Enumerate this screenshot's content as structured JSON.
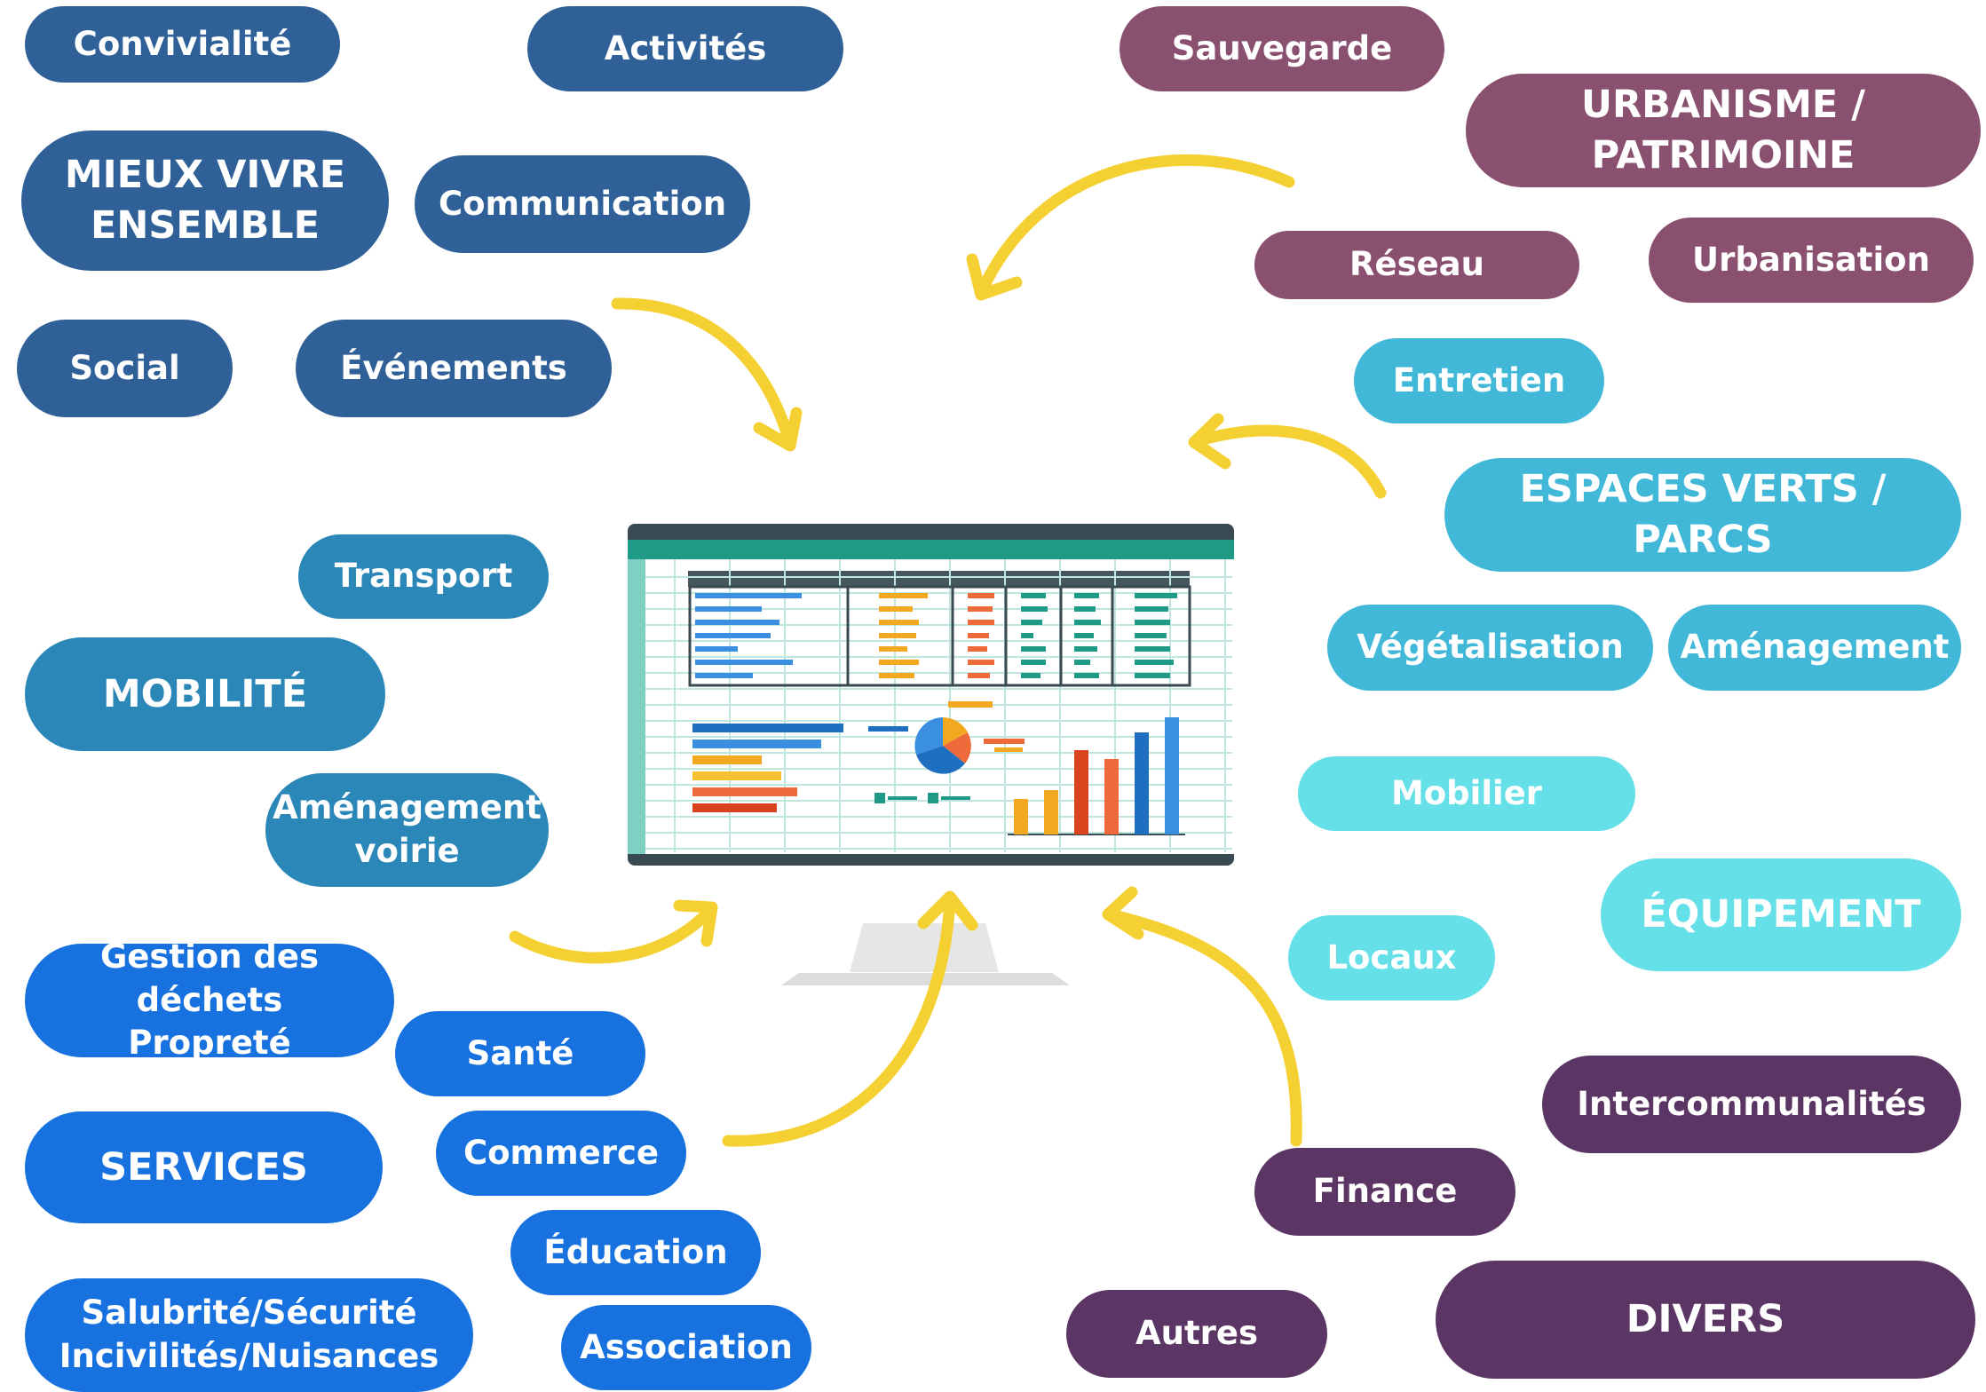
{
  "bubbles": {
    "convivialite": "Convivialité",
    "activites": "Activités",
    "mieux_vivre_1": "MIEUX VIVRE",
    "mieux_vivre_2": "ENSEMBLE",
    "communication": "Communication",
    "social": "Social",
    "evenements": "Événements",
    "transport": "Transport",
    "mobilite": "MOBILITÉ",
    "amenagement_voirie_1": "Aménagement",
    "amenagement_voirie_2": "voirie",
    "gestion_dechets_1": "Gestion des déchets",
    "gestion_dechets_2": "Propreté",
    "sante": "Santé",
    "services": "SERVICES",
    "commerce": "Commerce",
    "education": "Éducation",
    "salubrite_1": "Salubrité/Sécurité",
    "salubrite_2": "Incivilités/Nuisances",
    "association": "Association",
    "sauvegarde": "Sauvegarde",
    "urbanisme": "URBANISME / PATRIMOINE",
    "reseau": "Réseau",
    "urbanisation": "Urbanisation",
    "entretien": "Entretien",
    "espaces_verts": "ESPACES VERTS / PARCS",
    "vegetalisation": "Végétalisation",
    "amenagement": "Aménagement",
    "mobilier": "Mobilier",
    "equipement": "ÉQUIPEMENT",
    "locaux": "Locaux",
    "intercommunalites": "Intercommunalités",
    "finance": "Finance",
    "autres": "Autres",
    "divers": "DIVERS"
  },
  "colors": {
    "blue_dark": "#2f6098",
    "blue_mid": "#2b87b8",
    "blue_bright": "#1772e0",
    "purple": "#8a506f",
    "cyan": "#42b8d8",
    "aqua": "#66e0e8",
    "violet": "#5b3563",
    "arrow": "#f5d033"
  },
  "icons": {
    "central": "spreadsheet-monitor-icon",
    "connectors": "curved-arrow-icon"
  }
}
